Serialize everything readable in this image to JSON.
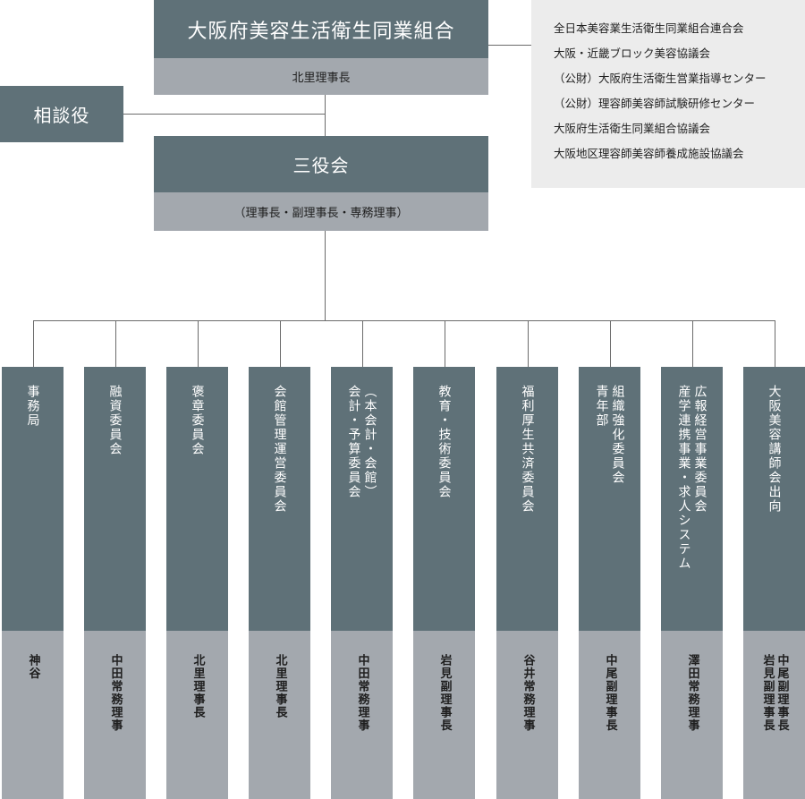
{
  "top": {
    "title": "大阪府美容生活衛生同業組合",
    "chair": "北里理事長"
  },
  "advisor": {
    "label": "相談役"
  },
  "board": {
    "title": "三役会",
    "members": "（理事長・副理事長・専務理事）"
  },
  "affiliations": [
    "全日本美容業生活衛生同業組合連合会",
    "大阪・近畿ブロック美容協議会",
    "（公財）大阪府生活衛生営業指導センター",
    "（公財）理容師美容師試験研修センター",
    "大阪府生活衛生同業組合協議会",
    "大阪地区理容師美容師養成施設協議会"
  ],
  "departments": [
    {
      "name": "事務局",
      "head": "神谷"
    },
    {
      "name": "融資委員会",
      "head": "中田常務理事"
    },
    {
      "name": "褒章委員会",
      "head": "北里理事長"
    },
    {
      "name": "会館管理運営委員会",
      "head": "北里理事長"
    },
    {
      "name": "（本会計・会館）\n会計・予算委員会",
      "head": "中田常務理事"
    },
    {
      "name": "教育・技術委員会",
      "head": "岩見副理事長"
    },
    {
      "name": "福利厚生共済委員会",
      "head": "谷井常務理事"
    },
    {
      "name": "組織強化委員会\n青年部",
      "head": "中尾副理事長"
    },
    {
      "name": "広報経営事業委員会\n産学連携事業・求人システム",
      "head": "澤田常務理事"
    },
    {
      "name": "大阪美容講師会出向",
      "head": "中尾副理事長\n岩見副理事長"
    }
  ]
}
